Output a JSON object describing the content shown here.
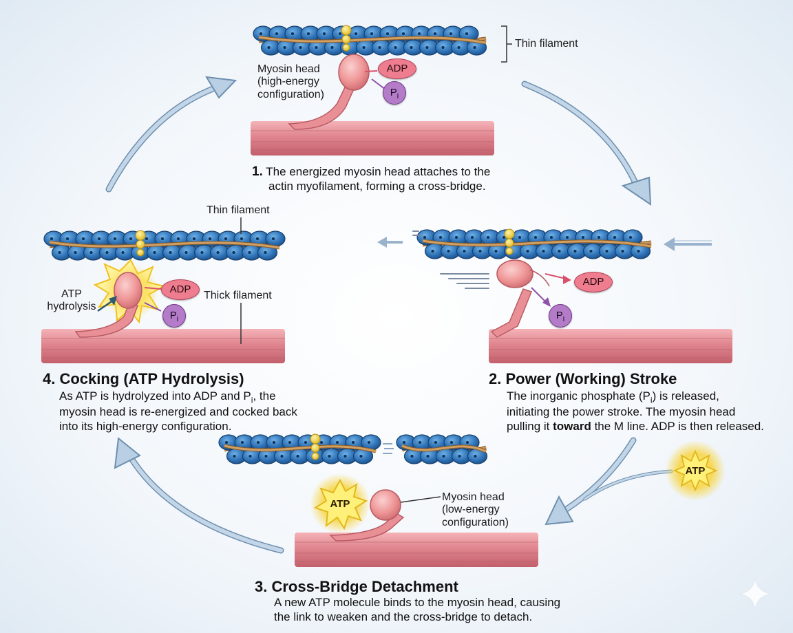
{
  "step1": {
    "number": "1.",
    "caption_line1": "The energized myosin head attaches to the",
    "caption_line2": "actin myofilament, forming a cross-bridge.",
    "thin_filament_label": "Thin filament",
    "myosin_label_line1": "Myosin head",
    "myosin_label_line2": "(high-energy",
    "myosin_label_line3": "configuration)",
    "adp": "ADP",
    "pi_base": "P",
    "pi_sub": "i"
  },
  "step2": {
    "title": "2. Power (Working) Stroke",
    "caption_line1_a": "The inorganic phosphate (P",
    "caption_line1_sub": "i",
    "caption_line1_b": ") is released,",
    "caption_line2": "initiating the power stroke. The myosin head",
    "caption_line3_a": "pulling it ",
    "caption_line3_bold": "toward",
    "caption_line3_b": " the M line. ADP is then released.",
    "adp": "ADP",
    "pi_base": "P",
    "pi_sub": "i",
    "atp_burst": "ATP"
  },
  "step3": {
    "title": "3. Cross-Bridge Detachment",
    "caption_line1": "A new ATP molecule binds to the myosin head, causing",
    "caption_line2": "the link to weaken and the cross-bridge to detach.",
    "atp": "ATP",
    "myosin_label_line1": "Myosin head",
    "myosin_label_line2": "(low-energy",
    "myosin_label_line3": "configuration)"
  },
  "step4": {
    "title": "4. Cocking (ATP Hydrolysis)",
    "caption_line1_a": "As ATP is hydrolyzed into ADP and P",
    "caption_line1_sub": "i",
    "caption_line1_b": ", the",
    "caption_line2": "myosin head is re-energized and cocked back",
    "caption_line3": "into its high-energy configuration.",
    "thin_filament_label": "Thin filament",
    "thick_filament_label": "Thick filament",
    "atp_label_line1": "ATP",
    "atp_label_line2": "hydrolysis",
    "adp": "ADP",
    "pi_base": "P",
    "pi_sub": "i"
  },
  "colors": {
    "actin": "#2f73b8",
    "tropomyosin": "#b9874a",
    "troponin": "#f2d43a",
    "thick_filament": "#e08a93",
    "myosin_head": "#f2a0a2",
    "cycle_arrow": "#a9c4dd",
    "adp": "#ee7d8f",
    "pi": "#b47cc8",
    "atp_glow": "#f7d33a"
  }
}
